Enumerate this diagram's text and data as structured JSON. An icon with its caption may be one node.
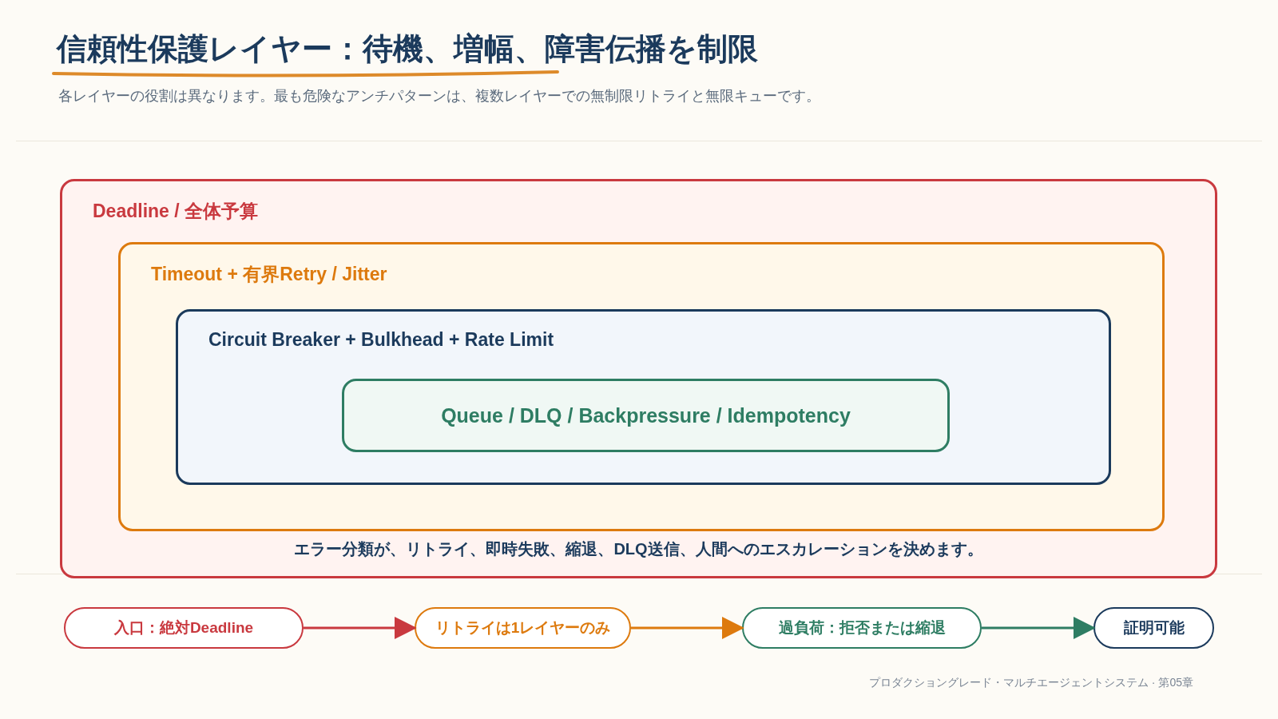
{
  "diagram": {
    "title": "信頼性保護レイヤー：待機、増幅、障害伝播を制限",
    "nodes": [
      {
        "text": [
          "Deadline / 全体予算",
          "エラー分類が、リトライ、即時失敗、縮退、DLQ送信、人間へのエスカレーションを決めます。"
        ]
      },
      {
        "text": [
          "Timeout + 有界Retry / Jitter"
        ],
        "in": 0
      },
      {
        "text": [
          "Circuit Breaker + Bulkhead + Rate Limit"
        ],
        "in": 1
      },
      {
        "text": [
          "Queue / DLQ / Backpressure / Idempotency"
        ],
        "in": 2
      },
      {
        "text": [
          "入口：絶対Deadline"
        ]
      },
      {
        "text": [
          "リトライは1レイヤーのみ"
        ]
      },
      {
        "text": [
          "過負荷：拒否または縮退"
        ]
      },
      {
        "text": [
          "証明可能"
        ]
      }
    ],
    "edges": [
      {
        "from": 4,
        "to": 5,
        "arrow": "to",
        "color": "#c9393f"
      },
      {
        "from": 5,
        "to": 6,
        "arrow": "to",
        "color": "#dd7a0e"
      },
      {
        "from": 6,
        "to": 7,
        "arrow": "to",
        "color": "#2e7d63"
      }
    ],
    "labels": [
      "各レイヤーの役割は異なります。最も危険なアンチパターンは、複数レイヤーでの無制限リトライと無限キューです。",
      "プロダクショングレード・マルチエージェントシステム · 第05章"
    ]
  }
}
